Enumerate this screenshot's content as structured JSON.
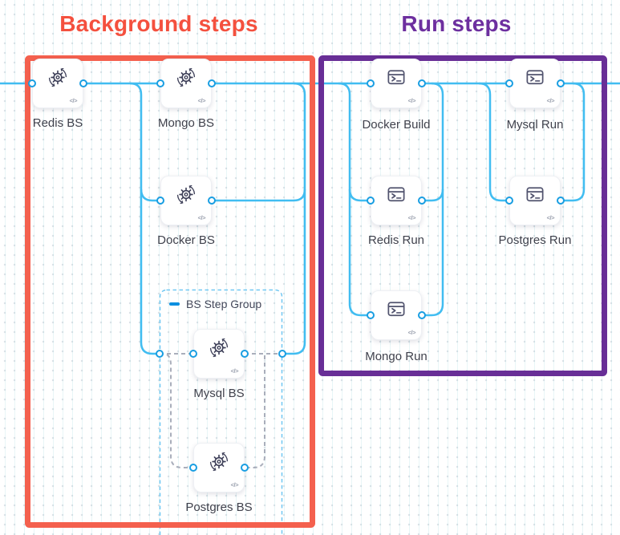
{
  "titles": {
    "background": "Background steps",
    "run": "Run steps"
  },
  "group": {
    "label": "BS Step Group"
  },
  "icons": {
    "code_badge": "</>",
    "background_step": "gear-sync-icon",
    "run_step": "terminal-icon"
  },
  "colors": {
    "connector_line": "#41bdf1",
    "connector_dot": "#199ee2",
    "dashed_connector": "#a9aebb",
    "group_border": "#70c7f2",
    "background_box": "#f4604e",
    "background_title": "#f4503e",
    "run_box": "#682e96",
    "run_title": "#6d2f9f"
  },
  "nodes": {
    "redis_bs": {
      "label": "Redis BS",
      "type": "background"
    },
    "mongo_bs": {
      "label": "Mongo BS",
      "type": "background"
    },
    "docker_bs": {
      "label": "Docker BS",
      "type": "background"
    },
    "mysql_bs": {
      "label": "Mysql BS",
      "type": "background"
    },
    "postgres_bs": {
      "label": "Postgres BS",
      "type": "background"
    },
    "docker_build": {
      "label": "Docker Build",
      "type": "run"
    },
    "mysql_run": {
      "label": "Mysql Run",
      "type": "run"
    },
    "redis_run": {
      "label": "Redis Run",
      "type": "run"
    },
    "postgres_run": {
      "label": "Postgres Run",
      "type": "run"
    },
    "mongo_run": {
      "label": "Mongo Run",
      "type": "run"
    }
  }
}
